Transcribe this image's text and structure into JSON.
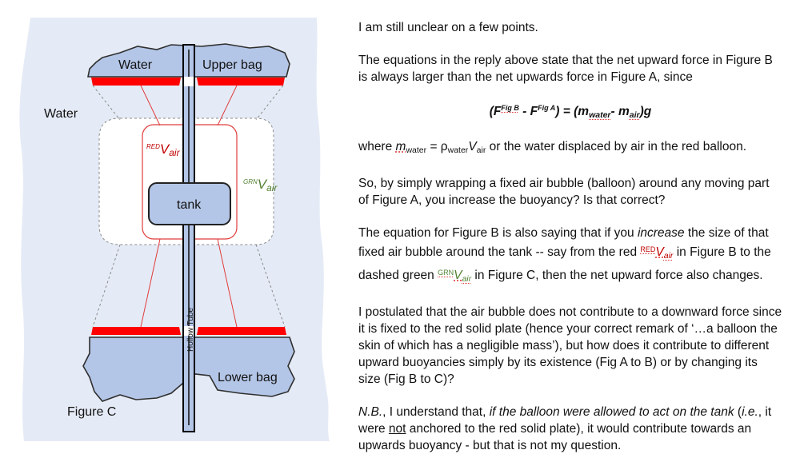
{
  "diagram": {
    "labels": {
      "water_left": "Water",
      "upper_water": "Water",
      "upper_bag": "Upper bag",
      "tank": "tank",
      "lower_bag": "Lower bag",
      "hollow_tube": "Hollow Tube",
      "figure": "Figure C",
      "red_v_sup": "RED",
      "red_v_main": "V",
      "red_v_sub": "air",
      "grn_v_sup": "GRN",
      "grn_v_main": "V",
      "grn_v_sub": "air"
    },
    "colors": {
      "background_water": "#e5ebf6",
      "bag_fill": "#b4c6e7",
      "plate_red": "#ff0000",
      "balloon_outline": "#e03c3c",
      "green_text": "#548235",
      "red_text": "#c00000"
    }
  },
  "text": {
    "p1": "I am still unclear on a few points.",
    "p2": "The equations in the reply above state that the net upward force in Figure B is always larger than the net upwards force in Figure A, since",
    "eq_open": "(F",
    "eq_sup1": "Fig B",
    "eq_minus": " - F",
    "eq_sup2": "Fig A",
    "eq_mid": ") = (m",
    "eq_sub1": "water",
    "eq_minus2": "- m",
    "eq_sub2": "air",
    "eq_end": ")g",
    "p3_a": "where ",
    "p3_m": "m",
    "p3_sub1": "water",
    "p3_b": " = ρ",
    "p3_sub2": "water",
    "p3_v": "V",
    "p3_sub3": "air",
    "p3_c": " or the water displaced by air in the red balloon.",
    "p4": "So, by simply wrapping a fixed air bubble (balloon) around any moving part of Figure A, you increase the buoyancy? Is that correct?",
    "p5_a": "The equation for Figure B is also saying that if you ",
    "p5_em": "increase",
    "p5_b": " the size of that fixed air bubble around the tank -- say from the red ",
    "p5_red_sup": "RED",
    "p5_red_v": "V",
    "p5_red_sub": "air",
    "p5_c": " in Figure B to the dashed green ",
    "p5_grn_sup": "GRN",
    "p5_grn_v": "V",
    "p5_grn_sub": "air",
    "p5_d": " in Figure C, then the net upward force also changes.",
    "p6": "I postulated that the air bubble does not contribute to a downward force since it is fixed to the red solid plate (hence your correct remark of ‘…a balloon the skin of which has a negligible mass’), but how does it contribute to different upward buoyancies simply by its existence (Fig A to B) or by changing its size (Fig B to C)?",
    "p7_nb": "N.B.",
    "p7_a": ", I understand that, ",
    "p7_em1": "if the balloon were allowed to act on the tank",
    "p7_b": " (",
    "p7_ie": "i.e.",
    "p7_c": ", it were ",
    "p7_not": "not",
    "p7_d": " anchored to the red solid plate), it would contribute towards an upwards buoyancy - but that is not my question."
  }
}
